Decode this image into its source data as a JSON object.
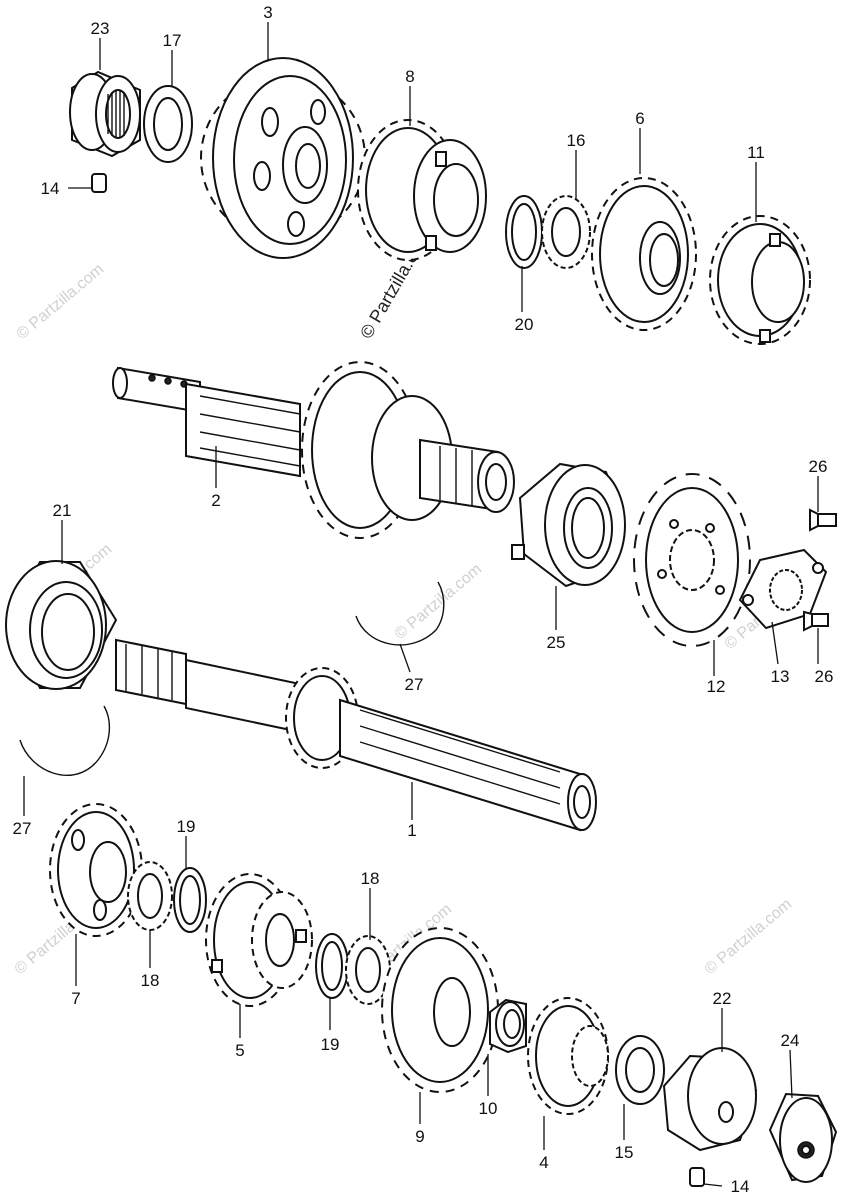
{
  "diagram": {
    "watermark": "© Partzilla.com",
    "callouts": [
      {
        "id": "c3",
        "text": "3"
      },
      {
        "id": "c8",
        "text": "8"
      },
      {
        "id": "c23",
        "text": "23"
      },
      {
        "id": "c17",
        "text": "17"
      },
      {
        "id": "c14a",
        "text": "14"
      },
      {
        "id": "c16",
        "text": "16"
      },
      {
        "id": "c6",
        "text": "6"
      },
      {
        "id": "c11",
        "text": "11"
      },
      {
        "id": "c20",
        "text": "20"
      },
      {
        "id": "c2",
        "text": "2"
      },
      {
        "id": "c26a",
        "text": "26"
      },
      {
        "id": "c21",
        "text": "21"
      },
      {
        "id": "c25",
        "text": "25"
      },
      {
        "id": "c12",
        "text": "12"
      },
      {
        "id": "c13",
        "text": "13"
      },
      {
        "id": "c26b",
        "text": "26"
      },
      {
        "id": "c27a",
        "text": "27"
      },
      {
        "id": "c27b",
        "text": "27"
      },
      {
        "id": "c1",
        "text": "1"
      },
      {
        "id": "c19a",
        "text": "19"
      },
      {
        "id": "c18a",
        "text": "18"
      },
      {
        "id": "c7",
        "text": "7"
      },
      {
        "id": "c5",
        "text": "5"
      },
      {
        "id": "c18b",
        "text": "18"
      },
      {
        "id": "c19b",
        "text": "19"
      },
      {
        "id": "c22",
        "text": "22"
      },
      {
        "id": "c24",
        "text": "24"
      },
      {
        "id": "c9",
        "text": "9"
      },
      {
        "id": "c10",
        "text": "10"
      },
      {
        "id": "c4",
        "text": "4"
      },
      {
        "id": "c15",
        "text": "15"
      },
      {
        "id": "c14b",
        "text": "14"
      }
    ]
  }
}
